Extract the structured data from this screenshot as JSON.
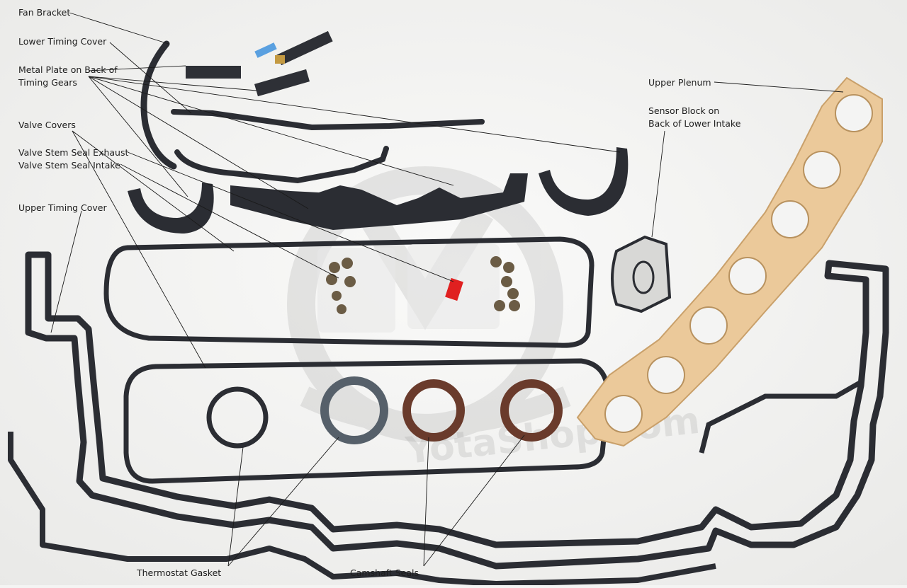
{
  "labels": {
    "fan_bracket": "Fan Bracket",
    "lower_timing_cover": "Lower Timing Cover",
    "metal_plate_1": "Metal Plate on Back of",
    "metal_plate_2": "Timing Gears",
    "valve_covers": "Valve Covers",
    "valve_stem_exhaust": "Valve Stem Seal Exhaust",
    "valve_stem_intake": "Valve Stem Seal Intake",
    "upper_timing_cover": "Upper Timing Cover",
    "upper_plenum": "Upper Plenum",
    "sensor_block_1": "Sensor Block on",
    "sensor_block_2": "Back of Lower Intake",
    "thermostat_gasket": "Thermostat Gasket",
    "camshaft_seals": "Camshaft Seals"
  },
  "watermark": "YotaShop.com",
  "colors": {
    "background": "#f4f4f3",
    "rubber": "#2b2d33",
    "paper_gasket": "#ebc99a",
    "seal_brown": "#6a3b2c",
    "seal_gray": "#56606a",
    "leader_line": "#1a1a1a"
  }
}
